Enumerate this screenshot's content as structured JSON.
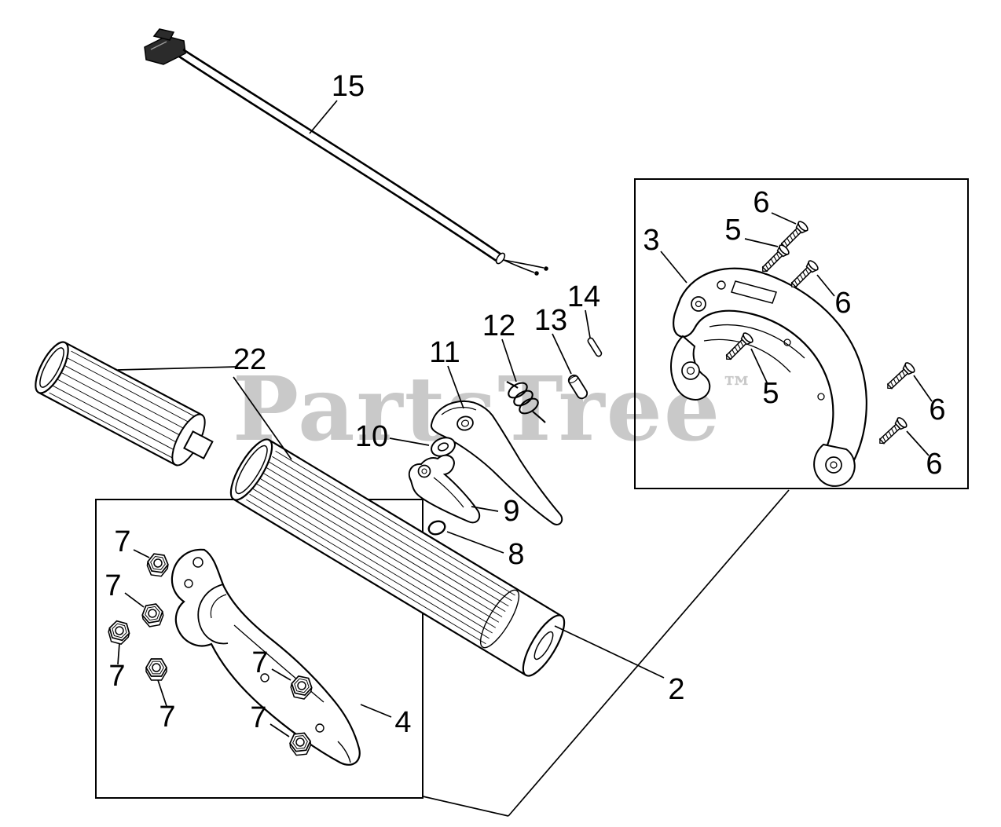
{
  "diagram": {
    "background": "#ffffff",
    "line_color": "#000000"
  },
  "watermark": {
    "text": "PartsTree",
    "trademark": "™",
    "color": "#c9c9c9"
  },
  "callouts": {
    "part15": "15",
    "part22": "22",
    "part11": "11",
    "part12": "12",
    "part13": "13",
    "part14": "14",
    "part10": "10",
    "part9": "9",
    "part8": "8",
    "part3": "3",
    "part5_a": "5",
    "part5_b": "5",
    "part6_a": "6",
    "part6_b": "6",
    "part6_c": "6",
    "part6_d": "6",
    "part7_a": "7",
    "part7_b": "7",
    "part7_c": "7",
    "part7_d": "7",
    "part7_e": "7",
    "part7_f": "7",
    "part4": "4",
    "part2": "2"
  }
}
